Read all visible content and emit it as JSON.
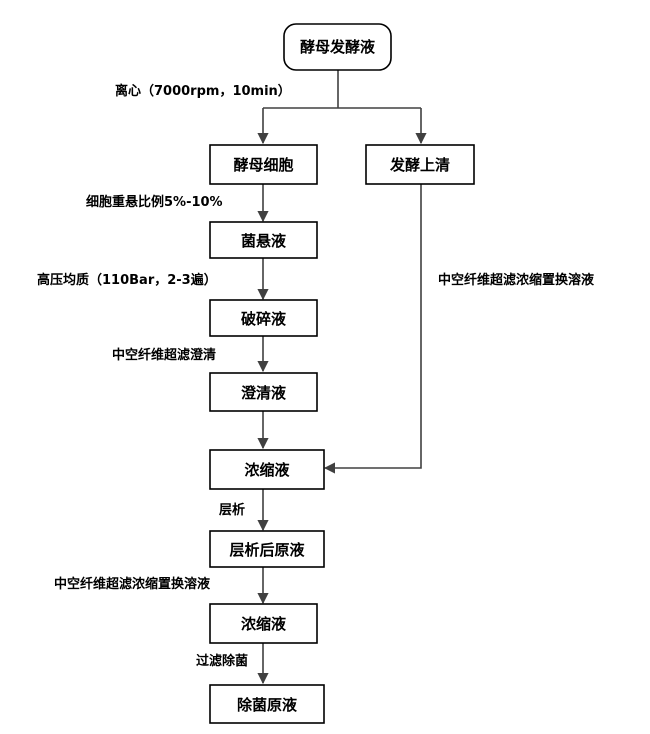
{
  "nodes": {
    "start": "酵母发酵液",
    "yeast_cells": "酵母细胞",
    "supernatant": "发酵上清",
    "suspension": "菌悬液",
    "lysate": "破碎液",
    "clarified": "澄清液",
    "concentrate1": "浓缩液",
    "post_chrom": "层析后原液",
    "concentrate2": "浓缩液",
    "sterile": "除菌原液"
  },
  "edge_labels": {
    "centrifuge": "离心（7000rpm，10min）",
    "cell_ratio": "细胞重悬比例5%-10%",
    "homogenize": "高压均质（110Bar，2-3遍）",
    "uf_clarify": "中空纤维超滤澄清",
    "uf_exchange_right": "中空纤维超滤浓缩置换溶液",
    "chromatography": "层析",
    "uf_exchange": "中空纤维超滤浓缩置换溶液",
    "filter_sterilize": "过滤除菌"
  }
}
